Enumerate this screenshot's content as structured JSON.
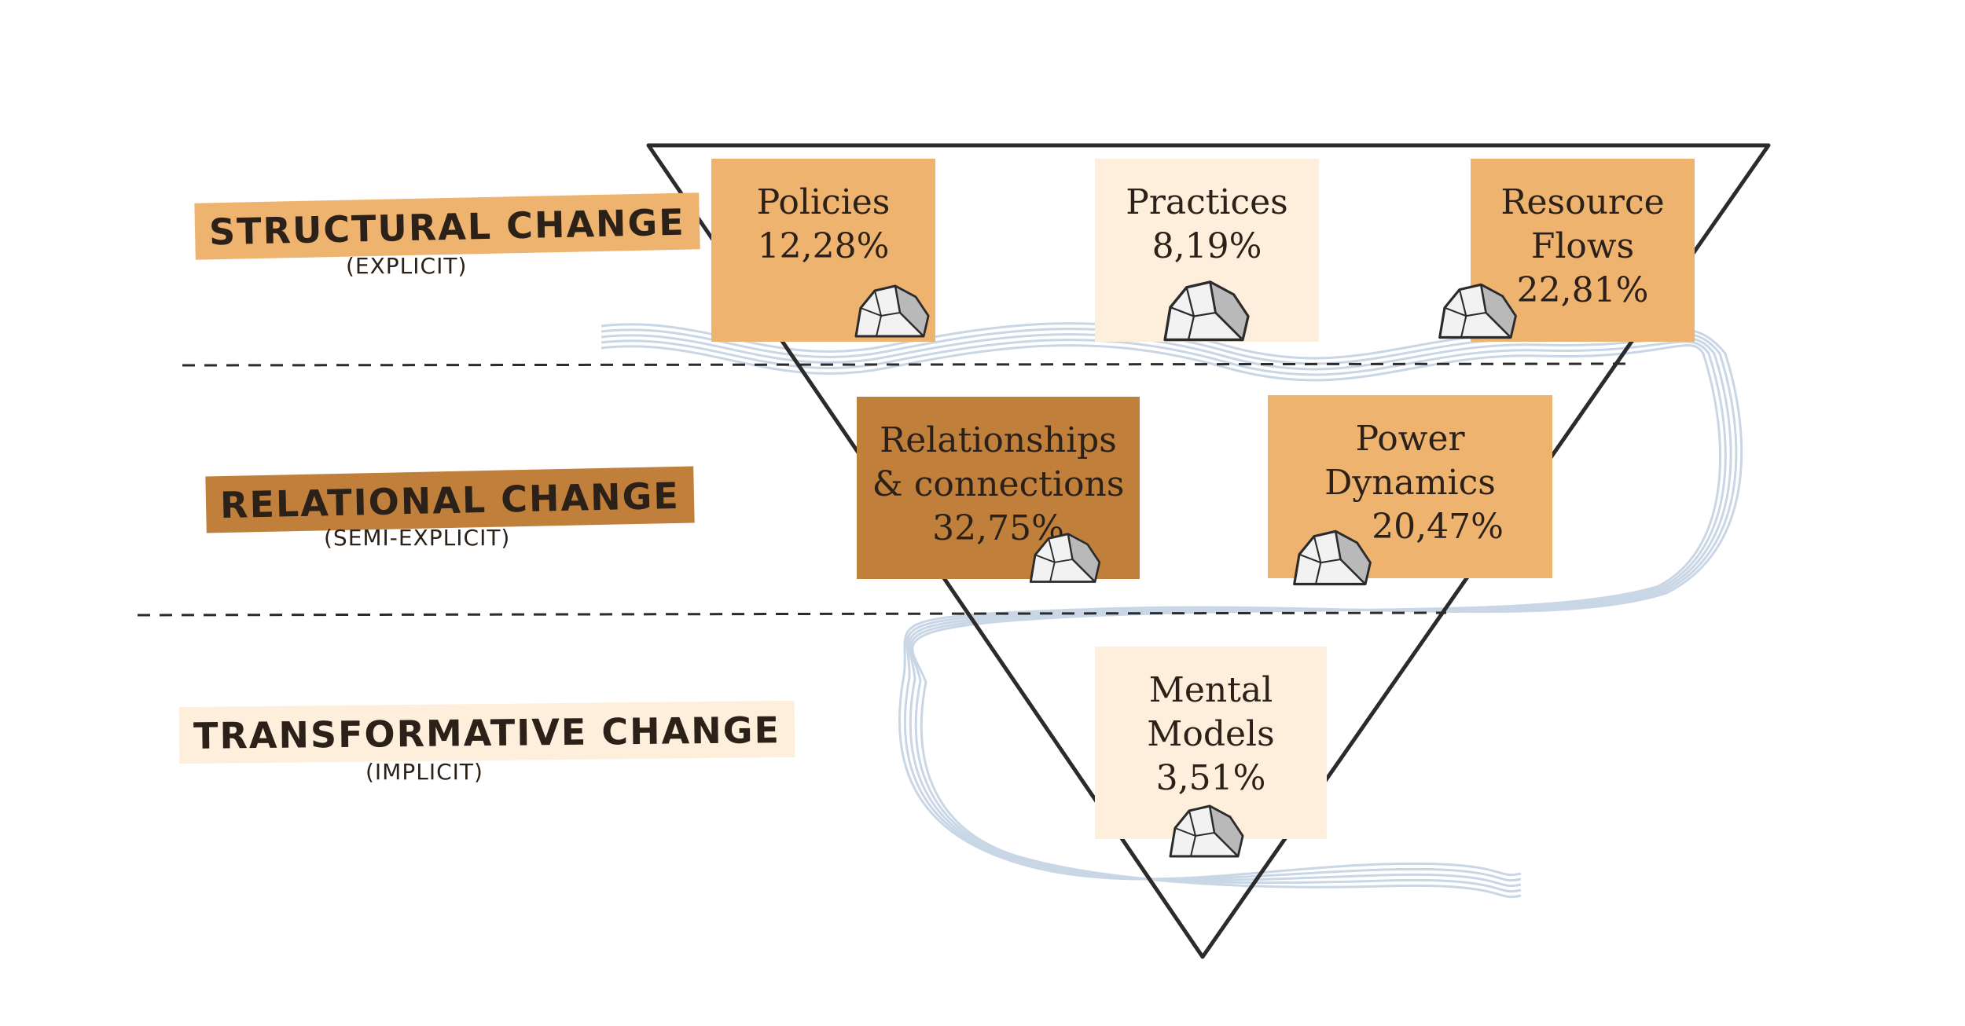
{
  "levels": [
    {
      "title": "STRUCTURAL CHANGE",
      "subtitle": "(EXPLICIT)",
      "color": "#efb370"
    },
    {
      "title": "RELATIONAL CHANGE",
      "subtitle": "(SEMI-EXPLICIT)",
      "color": "#c07f3b"
    },
    {
      "title": "TRANSFORMATIVE CHANGE",
      "subtitle": "(IMPLICIT)",
      "color": "#fdefdc"
    }
  ],
  "conditions": [
    {
      "name": "Policies",
      "lines": [
        "Policies"
      ],
      "value": "12,28%",
      "percent": 12.28,
      "color": "#efb370"
    },
    {
      "name": "Practices",
      "lines": [
        "Practices"
      ],
      "value": "8,19%",
      "percent": 8.19,
      "color": "#fdefdc"
    },
    {
      "name": "Resource Flows",
      "lines": [
        "Resource",
        "Flows"
      ],
      "value": "22,81%",
      "percent": 22.81,
      "color": "#efb370"
    },
    {
      "name": "Relationships & connections",
      "lines": [
        "Relationships",
        "& connections"
      ],
      "value": "32,75%",
      "percent": 32.75,
      "color": "#c07f3b"
    },
    {
      "name": "Power Dynamics",
      "lines": [
        "Power",
        "Dynamics"
      ],
      "value": "20,47%",
      "percent": 20.47,
      "color": "#efb370"
    },
    {
      "name": "Mental Models",
      "lines": [
        "Mental",
        "Models"
      ],
      "value": "3,51%",
      "percent": 3.51,
      "color": "#fdefdc"
    }
  ],
  "colors": {
    "outline": "#2b2b2b",
    "river": "#c9d6e6",
    "rock_fill": "#f2f2f2",
    "rock_shade": "#b9b9b9"
  }
}
